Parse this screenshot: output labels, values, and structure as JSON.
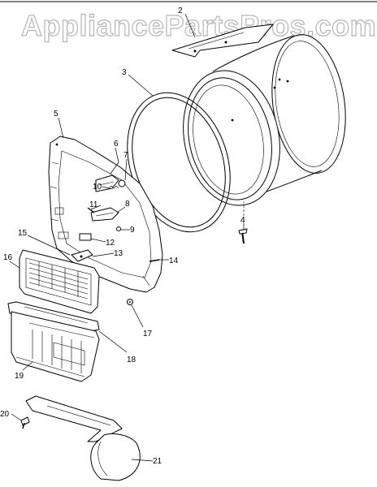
{
  "watermark": "AppliancePartsPros.com",
  "callouts": [
    "2",
    "3",
    "4",
    "5",
    "6",
    "7",
    "8",
    "9",
    "10",
    "11",
    "12",
    "13",
    "14",
    "15",
    "16",
    "17",
    "18",
    "19",
    "20",
    "21"
  ]
}
